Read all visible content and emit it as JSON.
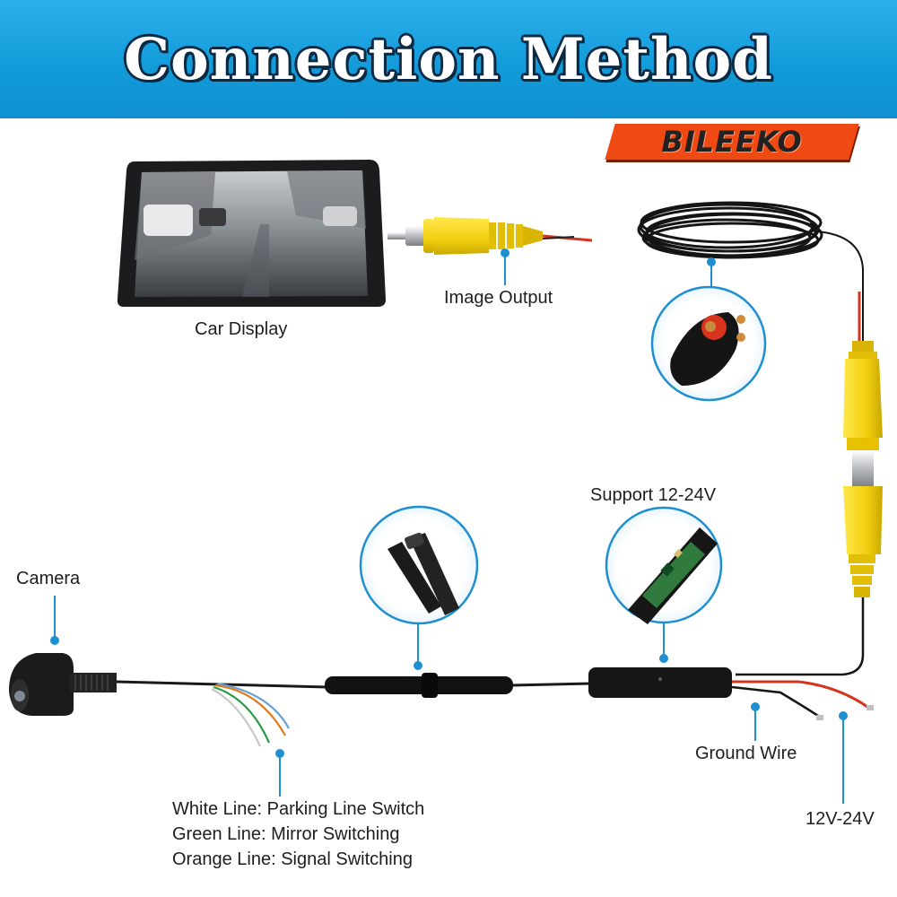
{
  "header": {
    "title": "Connection Method"
  },
  "brand": {
    "name": "BILEEKO"
  },
  "labels": {
    "car_display": "Car Display",
    "image_output": "Image Output",
    "support": "Support 12-24V",
    "camera": "Camera",
    "ground_wire": "Ground Wire",
    "voltage": "12V-24V"
  },
  "legend": [
    {
      "color_name": "White Line:",
      "function": "Parking Line Switch"
    },
    {
      "color_name": "Green Line:",
      "function": "Mirror Switching"
    },
    {
      "color_name": "Orange Line:",
      "function": "Signal Switching"
    }
  ],
  "colors": {
    "banner": "#129ad8",
    "brand_bg": "#ef4a13",
    "pointer": "#1e8fd0",
    "rca_yellow": "#f2d31b",
    "wire_red": "#d6341c"
  }
}
